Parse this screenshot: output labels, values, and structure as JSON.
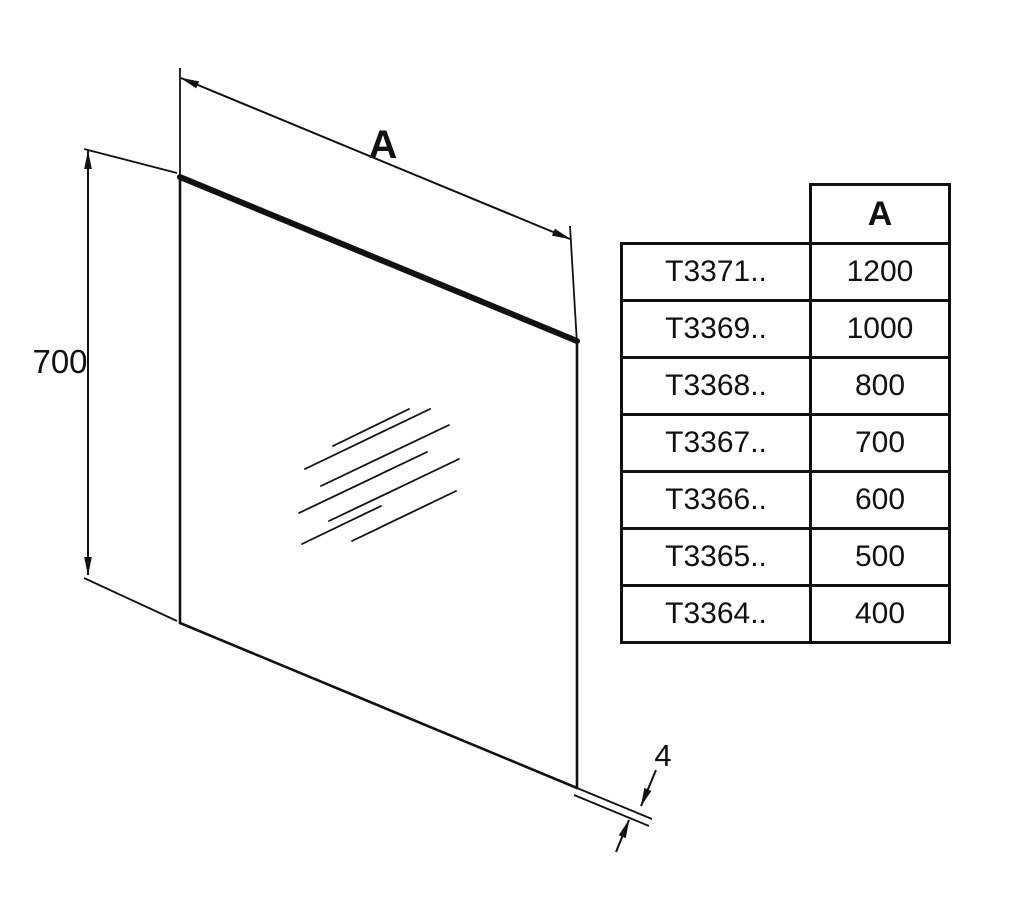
{
  "drawing": {
    "width_label": "A",
    "height_label": "700",
    "thickness_label": "4"
  },
  "table": {
    "header_label": "A",
    "rows": [
      {
        "code": "T3371..",
        "a": "1200"
      },
      {
        "code": "T3369..",
        "a": "1000"
      },
      {
        "code": "T3368..",
        "a": "800"
      },
      {
        "code": "T3367..",
        "a": "700"
      },
      {
        "code": "T3366..",
        "a": "600"
      },
      {
        "code": "T3365..",
        "a": "500"
      },
      {
        "code": "T3364..",
        "a": "400"
      }
    ]
  }
}
